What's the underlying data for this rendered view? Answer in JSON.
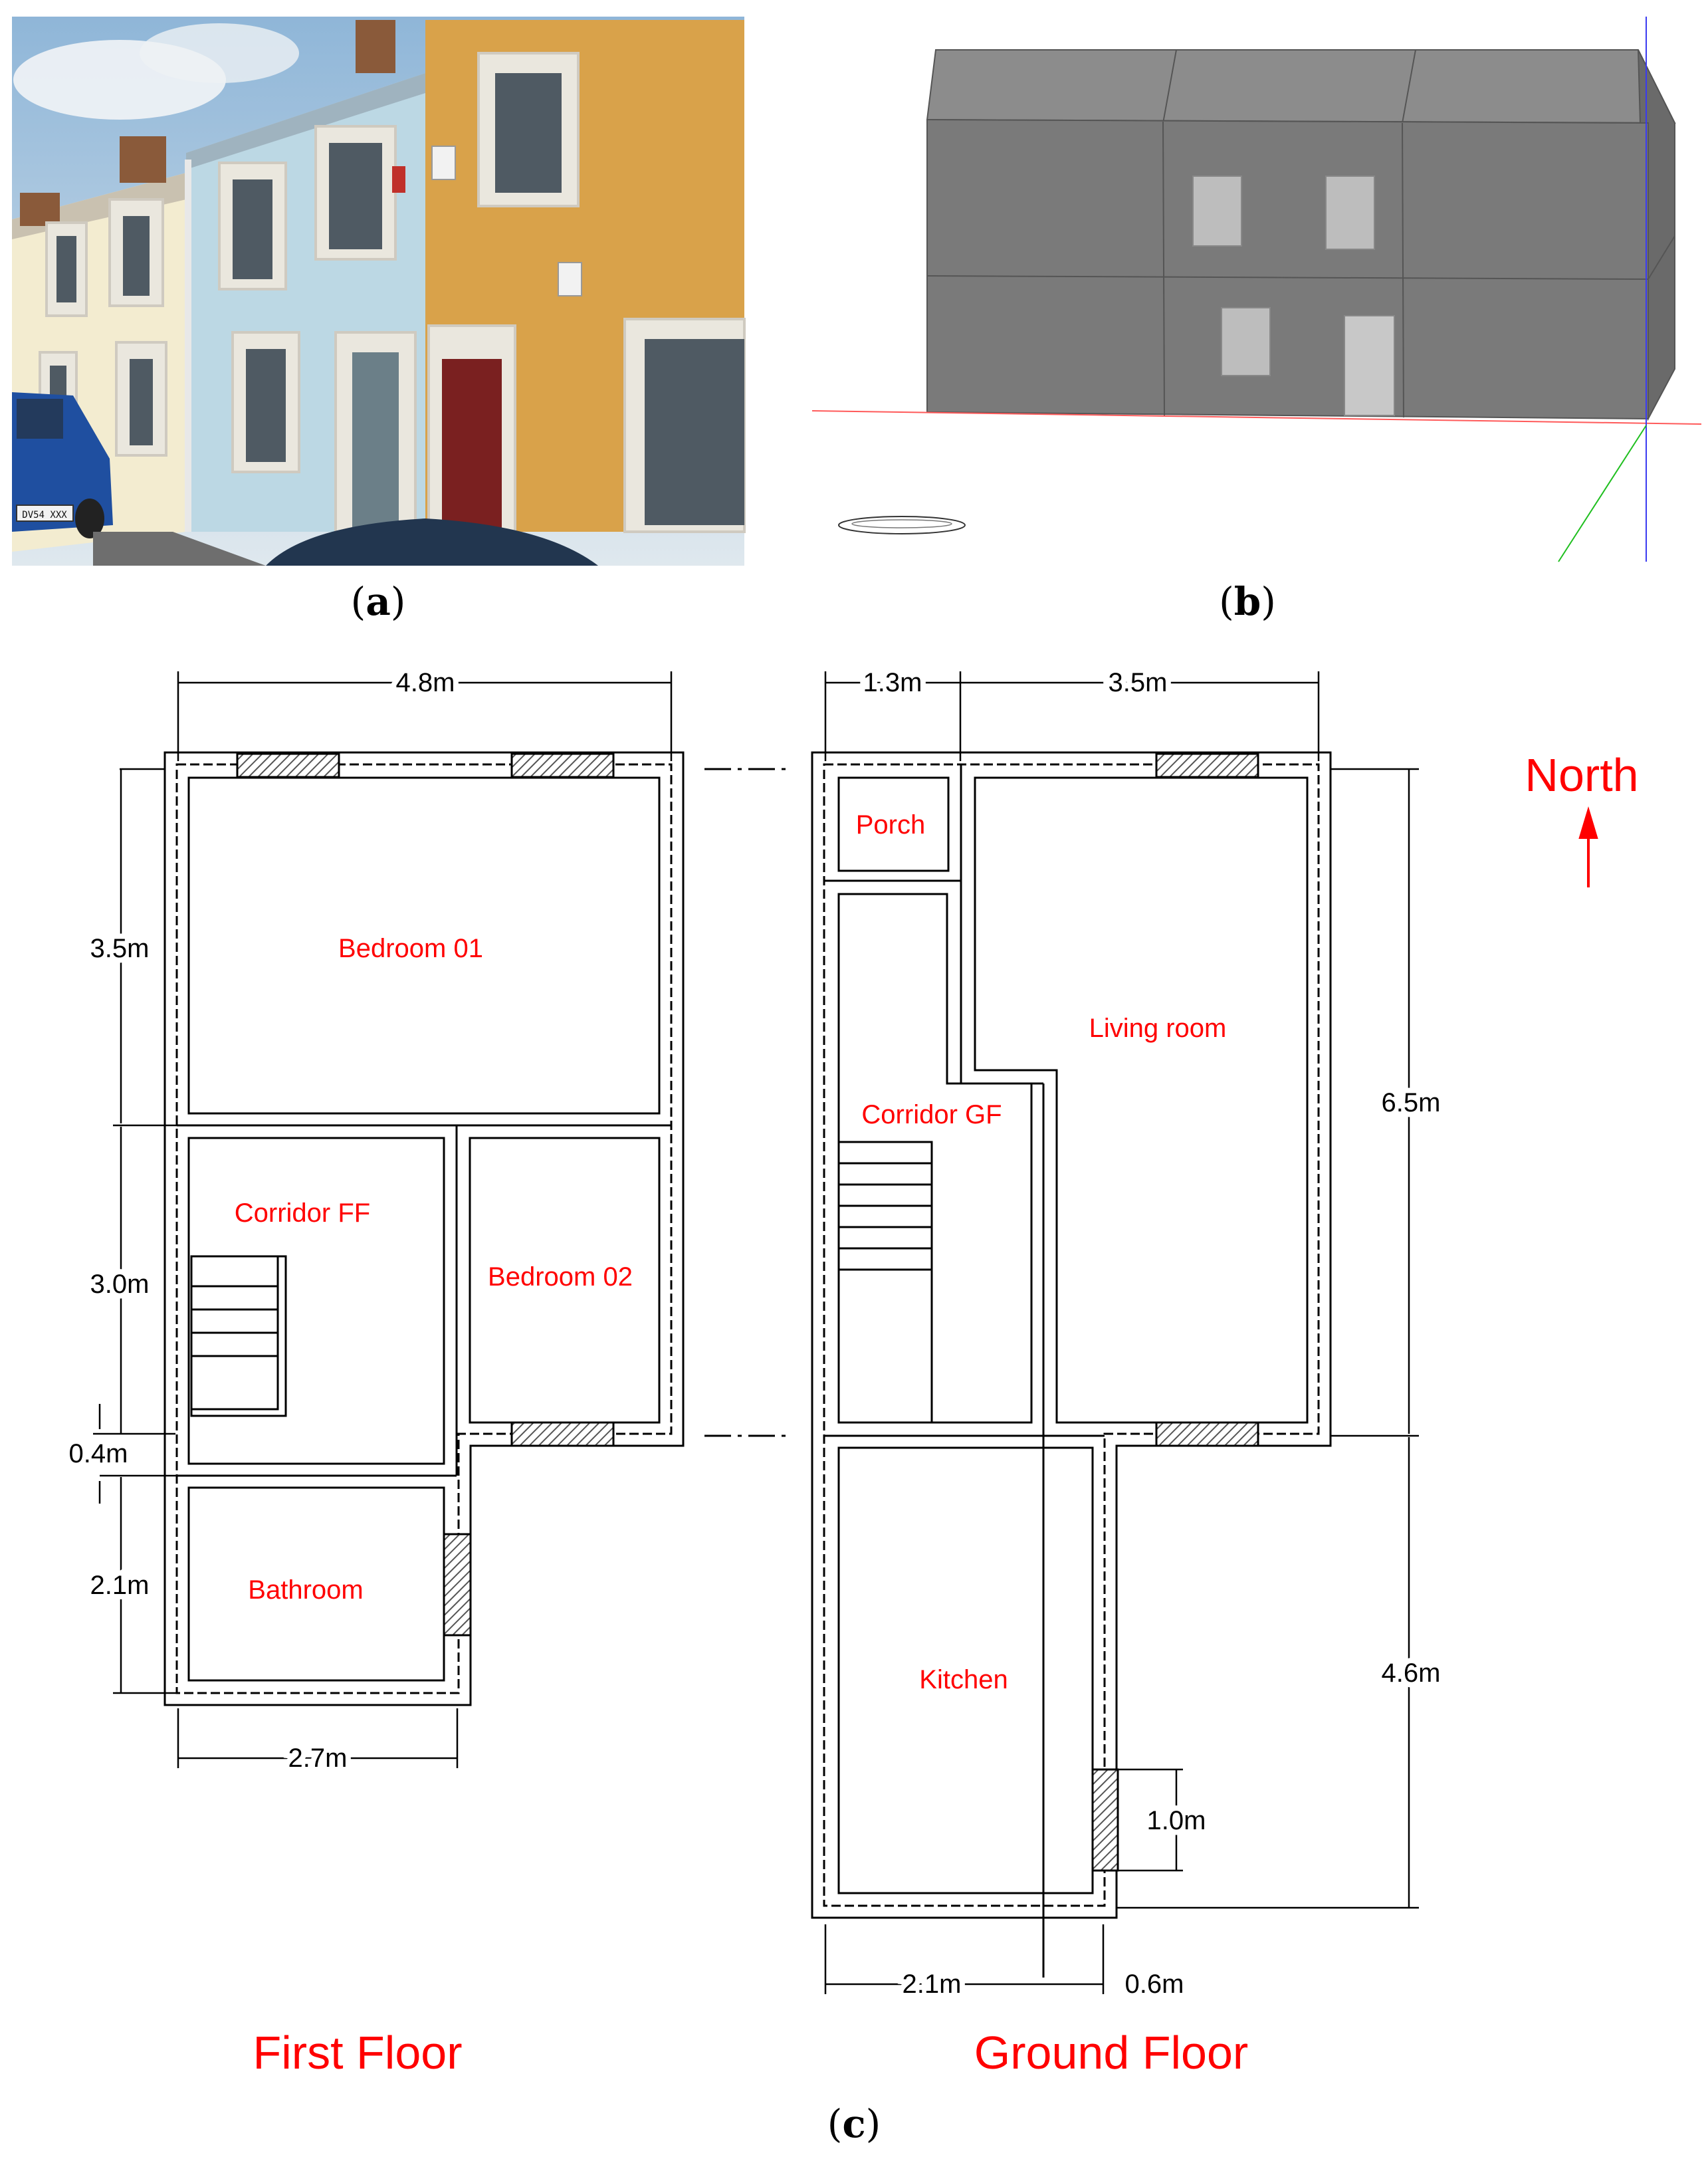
{
  "panels": {
    "a": {
      "label_open": "(",
      "label_letter": "a",
      "label_close": ")"
    },
    "b": {
      "label_open": "(",
      "label_letter": "b",
      "label_close": ")"
    },
    "c": {
      "label_open": "(",
      "label_letter": "c",
      "label_close": ")"
    }
  },
  "photo": {
    "license_plate": "DV54 XXX"
  },
  "first_floor": {
    "title": "First Floor",
    "rooms": {
      "bedroom_01": "Bedroom 01",
      "corridor_ff": "Corridor FF",
      "bedroom_02": "Bedroom 02",
      "bathroom": "Bathroom"
    },
    "dimensions": {
      "width_top": "4.8m",
      "bedroom_depth": "3.5m",
      "corridor_depth": "3.0m",
      "gap": "0.4m",
      "bathroom_depth": "2.1m",
      "bathroom_width": "2.7m"
    }
  },
  "ground_floor": {
    "title": "Ground Floor",
    "rooms": {
      "porch": "Porch",
      "living_room": "Living room",
      "corridor_gf": "Corridor GF",
      "kitchen": "Kitchen"
    },
    "dimensions": {
      "porch_width": "1.3m",
      "living_width": "3.5m",
      "front_depth": "6.5m",
      "rear_depth": "4.6m",
      "window_height": "1.0m",
      "kitchen_width": "2.1m",
      "side_gap": "0.6m"
    }
  },
  "compass": {
    "label": "North"
  },
  "colors": {
    "accent_red": "#ff0000",
    "model_gray": "#7a7a7a",
    "wall_yellow": "#d9a24a",
    "wall_blue": "#bcd8e4"
  }
}
